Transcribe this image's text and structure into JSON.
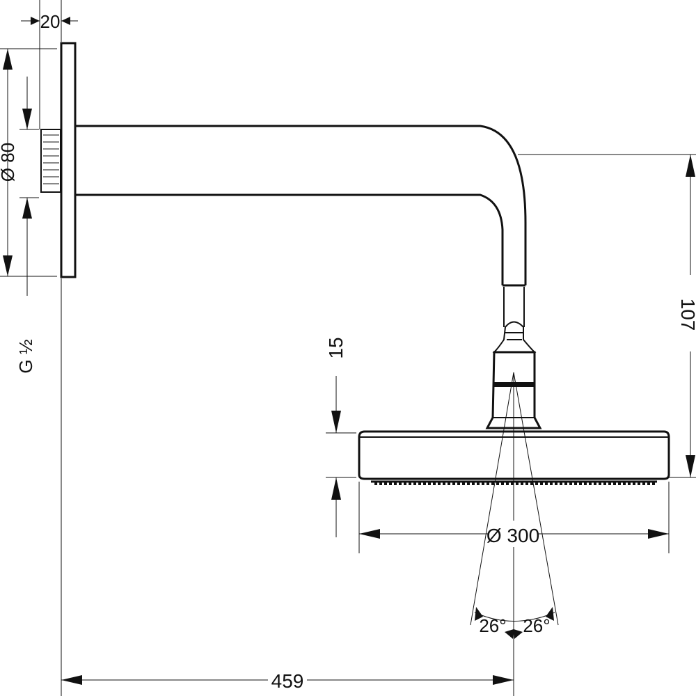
{
  "dimensions": {
    "flange_thickness": "20",
    "flange_diameter": "Ø 80",
    "thread_size": "G ½",
    "head_height": "15",
    "drop_height": "107",
    "head_diameter": "Ø 300",
    "spray_angle_left": "26°",
    "spray_angle_right": "26°",
    "projection": "459"
  }
}
